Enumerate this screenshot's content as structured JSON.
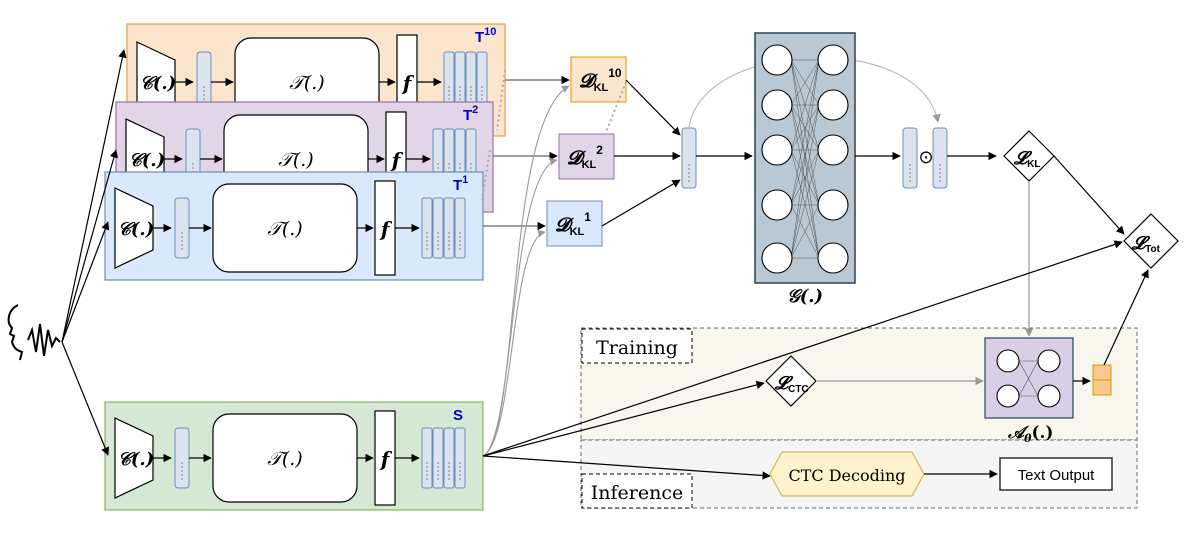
{
  "colors": {
    "teacher10": "#fce5cd",
    "teacher10_border": "#e6a23c",
    "teacher2": "#e1d5e7",
    "teacher2_border": "#9673a6",
    "teacher1": "#dae8fc",
    "teacher1_border": "#6c8ebf",
    "student": "#d5e8d4",
    "student_border": "#82b366",
    "training_bg": "#f9f7ed",
    "inference_bg": "#f5f5f5",
    "generator_bg": "#bac8d3",
    "generator_border": "#23445d",
    "adapter_bg": "#d8cfe6",
    "ctc_decoding_bg": "#fff2cc",
    "ctc_decoding_border": "#d6b656",
    "output_block": "#f8c98c",
    "label_blue": "#0000cc"
  },
  "teachers": [
    {
      "id": "t10",
      "tag": "T",
      "sup": "10",
      "encoder": "𝒞(.)",
      "transformer": "𝒯(.)",
      "projection": "f"
    },
    {
      "id": "t2",
      "tag": "T",
      "sup": "2",
      "encoder": "𝒞(.)",
      "transformer": "𝒯(.)",
      "projection": "f"
    },
    {
      "id": "t1",
      "tag": "T",
      "sup": "1",
      "encoder": "𝒞(.)",
      "transformer": "𝒯(.)",
      "projection": "f"
    }
  ],
  "student": {
    "tag": "S",
    "encoder": "𝒞(.)",
    "transformer": "𝒯(.)",
    "projection": "f"
  },
  "kl_divergences": [
    {
      "id": "dkl10",
      "base": "𝓓",
      "sub": "KL",
      "sup": "10"
    },
    {
      "id": "dkl2",
      "base": "𝓓",
      "sub": "KL",
      "sup": "2"
    },
    {
      "id": "dkl1",
      "base": "𝓓",
      "sub": "KL",
      "sup": "1"
    }
  ],
  "generator": {
    "label": "𝒢(.)"
  },
  "hadamard_symbol": "⊙",
  "losses": {
    "kl": {
      "base": "𝓛",
      "sub": "KL"
    },
    "tot": {
      "base": "𝓛",
      "sub": "Tot"
    },
    "ctc": {
      "base": "𝓛",
      "sub": "CTC"
    }
  },
  "adapter": {
    "label": "𝒜",
    "sub": "θ",
    "suffix": "(.)"
  },
  "training_label": "Training",
  "inference_label": "Inference",
  "ctc_decoding_label": "CTC Decoding",
  "text_output_label": "Text Output"
}
